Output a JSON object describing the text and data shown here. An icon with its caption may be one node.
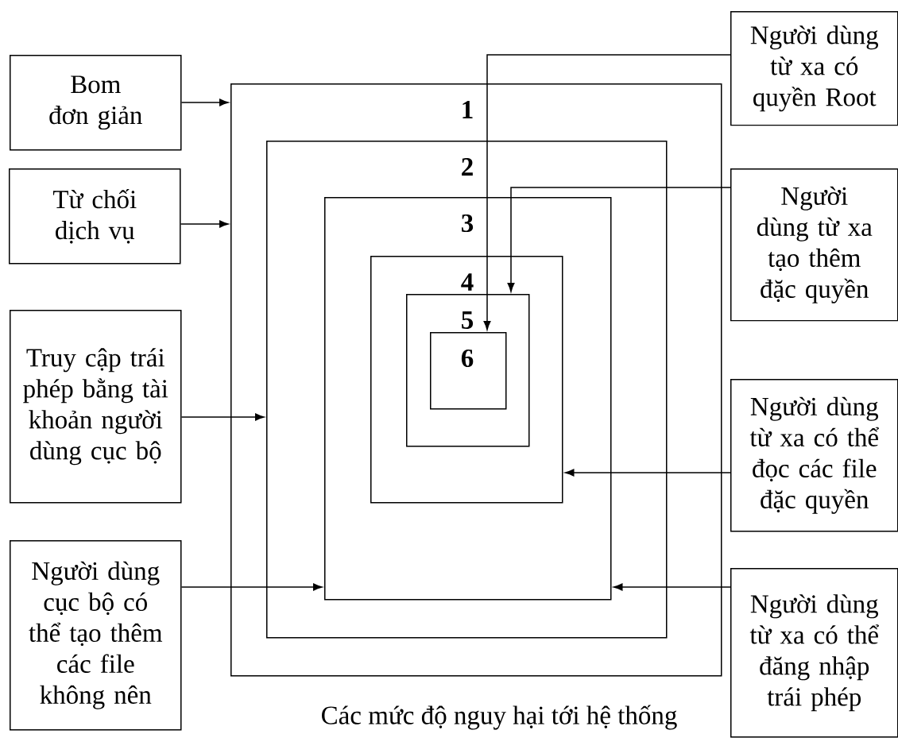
{
  "diagram": {
    "caption": "Các mức độ nguy hại tới hệ thống",
    "nodes": [
      {
        "text": [
          "1"
        ]
      },
      {
        "text": [
          "2"
        ],
        "in": 0
      },
      {
        "text": [
          "3"
        ],
        "in": 1
      },
      {
        "text": [
          "4"
        ],
        "in": 2
      },
      {
        "text": [
          "5"
        ],
        "in": 3
      },
      {
        "text": [
          "6"
        ],
        "in": 4
      },
      {
        "text": [
          "Bom đơn giản"
        ]
      },
      {
        "text": [
          "Từ chối dịch vụ"
        ]
      },
      {
        "text": [
          "Truy cập trái phép bằng tài khoản người dùng cục bộ"
        ]
      },
      {
        "text": [
          "Người dùng cục bộ có thể tạo thêm các file không nên"
        ]
      },
      {
        "text": [
          "Người dùng từ xa có quyền Root"
        ]
      },
      {
        "text": [
          "Người dùng từ xa tạo thêm đặc quyền"
        ]
      },
      {
        "text": [
          "Người dùng từ xa có thể đọc các file đặc quyền"
        ]
      },
      {
        "text": [
          "Người dùng từ xa có thể đăng nhập trái phép"
        ]
      }
    ],
    "edges": [
      {
        "from": 6,
        "to": 0,
        "arrow": "to"
      },
      {
        "from": 7,
        "to": 0,
        "arrow": "to"
      },
      {
        "from": 8,
        "to": 1,
        "arrow": "to"
      },
      {
        "from": 9,
        "to": 2,
        "arrow": "to"
      },
      {
        "from": 10,
        "to": 5,
        "arrow": "to"
      },
      {
        "from": 11,
        "to": 4,
        "arrow": "to"
      },
      {
        "from": 12,
        "to": 3,
        "arrow": "to"
      },
      {
        "from": 13,
        "to": 2,
        "arrow": "to"
      }
    ]
  }
}
